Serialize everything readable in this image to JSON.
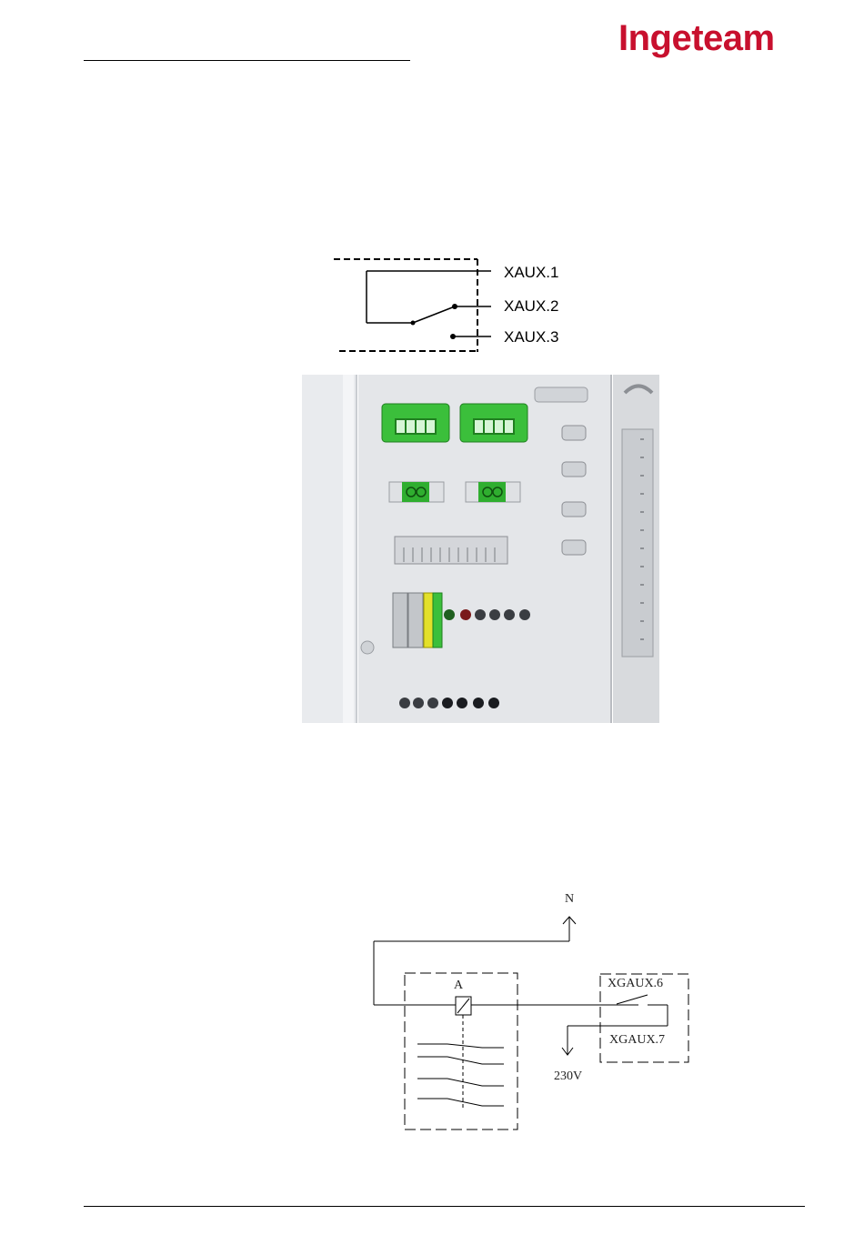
{
  "header": {
    "brand": "Ingeteam"
  },
  "diagram1": {
    "terminals": [
      "XAUX.1",
      "XAUX.2",
      "XAUX.3"
    ]
  },
  "diagram2": {
    "neutral": "N",
    "relay": "A",
    "terminal_top": "XGAUX.6",
    "terminal_bottom": "XGAUX.7",
    "voltage": "230V"
  },
  "colors": {
    "brand_red": "#c8102e",
    "connector_green": "#3bbf3b",
    "panel_grey": "#e4e6e9"
  }
}
